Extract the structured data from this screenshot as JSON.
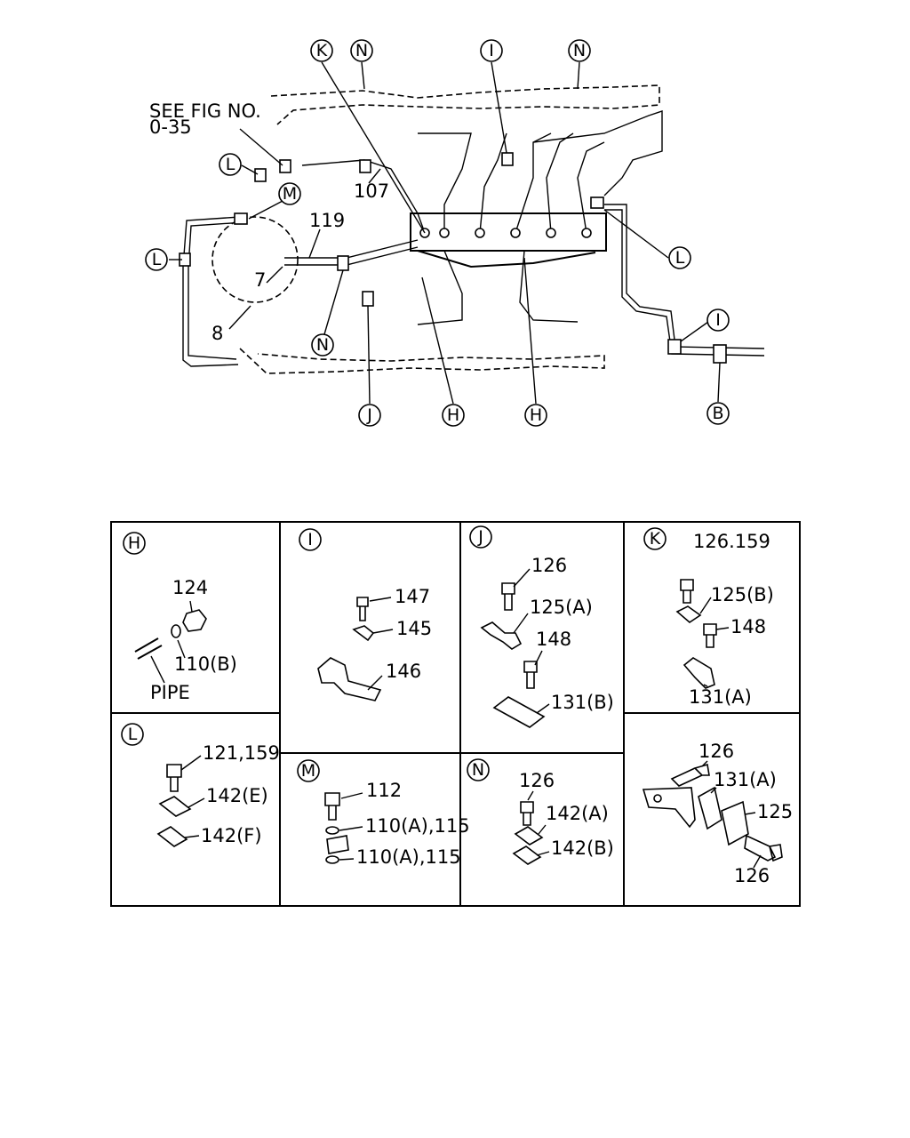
{
  "figure": {
    "see_fig_line1": "SEE FIG NO.",
    "see_fig_line2": "0-35",
    "callouts": {
      "k_top": "K",
      "n_top_left": "N",
      "i_top": "I",
      "n_top_right": "N",
      "l_upper": "L",
      "m": "M",
      "l_left": "L",
      "l_right": "L",
      "n_lower": "N",
      "i_right": "I",
      "b": "B",
      "j_bottom": "J",
      "h_bottom_1": "H",
      "h_bottom_2": "H"
    },
    "numbers": {
      "p107": "107",
      "p119": "119",
      "p7": "7",
      "p8": "8"
    }
  },
  "table": {
    "cells": {
      "H": {
        "letter": "H",
        "labels": [
          "124",
          "110(B)",
          "PIPE"
        ]
      },
      "I": {
        "letter": "I",
        "labels": [
          "147",
          "145",
          "146"
        ]
      },
      "J": {
        "letter": "J",
        "labels": [
          "126",
          "125(A)",
          "148",
          "131(B)"
        ]
      },
      "K": {
        "letter": "K",
        "labels": [
          "126.159",
          "125(B)",
          "148",
          "131(A)"
        ]
      },
      "L": {
        "letter": "L",
        "labels": [
          "121,159",
          "142(E)",
          "142(F)"
        ]
      },
      "M": {
        "letter": "M",
        "labels": [
          "112",
          "110(A),115",
          "110(A),115"
        ]
      },
      "N": {
        "letter": "N",
        "labels": [
          "126",
          "142(A)",
          "142(B)"
        ]
      },
      "X": {
        "labels": [
          "126",
          "131(A)",
          "125",
          "126"
        ]
      }
    }
  }
}
